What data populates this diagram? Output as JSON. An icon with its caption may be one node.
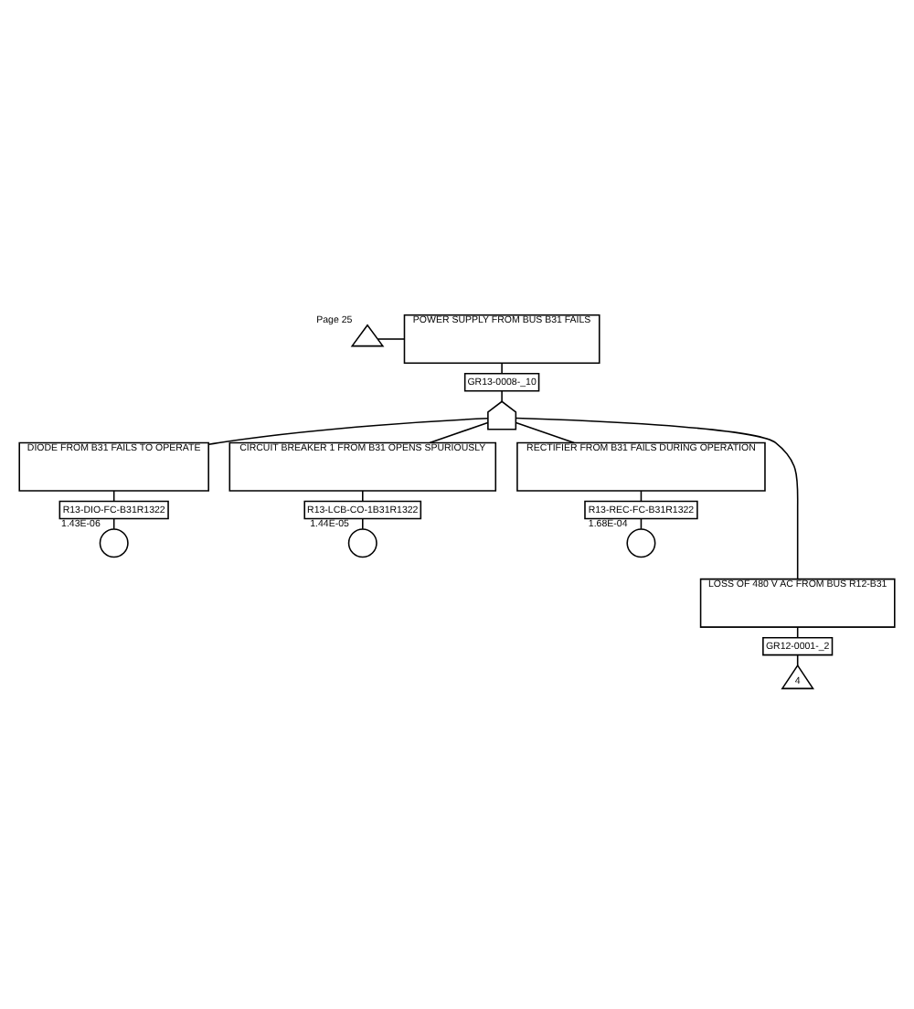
{
  "diagram": {
    "nodes": [
      {
        "text": [
          "POWER SUPPLY FROM BUS B31 FAILS"
        ]
      },
      {
        "text": [],
        "shape": "triangle",
        "beside": [
          "Page 25"
        ]
      },
      {
        "text": [
          "GR13-0008-_10"
        ]
      },
      {
        "text": [],
        "shape": "gate"
      },
      {
        "text": [
          "DIODE FROM B31 FAILS TO OPERATE"
        ]
      },
      {
        "text": [
          "R13-DIO-FC-B31R1322"
        ]
      },
      {
        "text": [],
        "shape": "circle",
        "beside": [
          "1.43E-06"
        ]
      },
      {
        "text": [
          "CIRCUIT BREAKER 1 FROM B31 OPENS SPURIOUSLY"
        ]
      },
      {
        "text": [
          "R13-LCB-CO-1B31R1322"
        ]
      },
      {
        "text": [],
        "shape": "circle",
        "beside": [
          "1.44E-05"
        ]
      },
      {
        "text": [
          "RECTIFIER FROM B31 FAILS DURING OPERATION"
        ]
      },
      {
        "text": [
          "R13-REC-FC-B31R1322"
        ]
      },
      {
        "text": [],
        "shape": "circle",
        "beside": [
          "1.68E-04"
        ]
      },
      {
        "text": [
          "LOSS OF 480 V AC FROM BUS R12-B31"
        ]
      },
      {
        "text": [
          "GR12-0001-_2"
        ]
      },
      {
        "text": [
          "4"
        ]
      }
    ],
    "edges": [
      {
        "from": 1,
        "to": 0,
        "arrow": "none"
      },
      {
        "from": 0,
        "to": 2,
        "arrow": "none"
      },
      {
        "from": 2,
        "to": 3,
        "arrow": "none"
      },
      {
        "from": 3,
        "to": 4,
        "arrow": "none"
      },
      {
        "from": 3,
        "to": 7,
        "arrow": "none"
      },
      {
        "from": 3,
        "to": 10,
        "arrow": "none"
      },
      {
        "from": 3,
        "to": 13,
        "arrow": "none"
      },
      {
        "from": 4,
        "to": 5,
        "arrow": "none"
      },
      {
        "from": 5,
        "to": 6,
        "arrow": "none"
      },
      {
        "from": 7,
        "to": 8,
        "arrow": "none"
      },
      {
        "from": 8,
        "to": 9,
        "arrow": "none"
      },
      {
        "from": 10,
        "to": 11,
        "arrow": "none"
      },
      {
        "from": 11,
        "to": 12,
        "arrow": "none"
      },
      {
        "from": 13,
        "to": 14,
        "arrow": "none"
      },
      {
        "from": 14,
        "to": 15,
        "arrow": "none"
      }
    ]
  }
}
